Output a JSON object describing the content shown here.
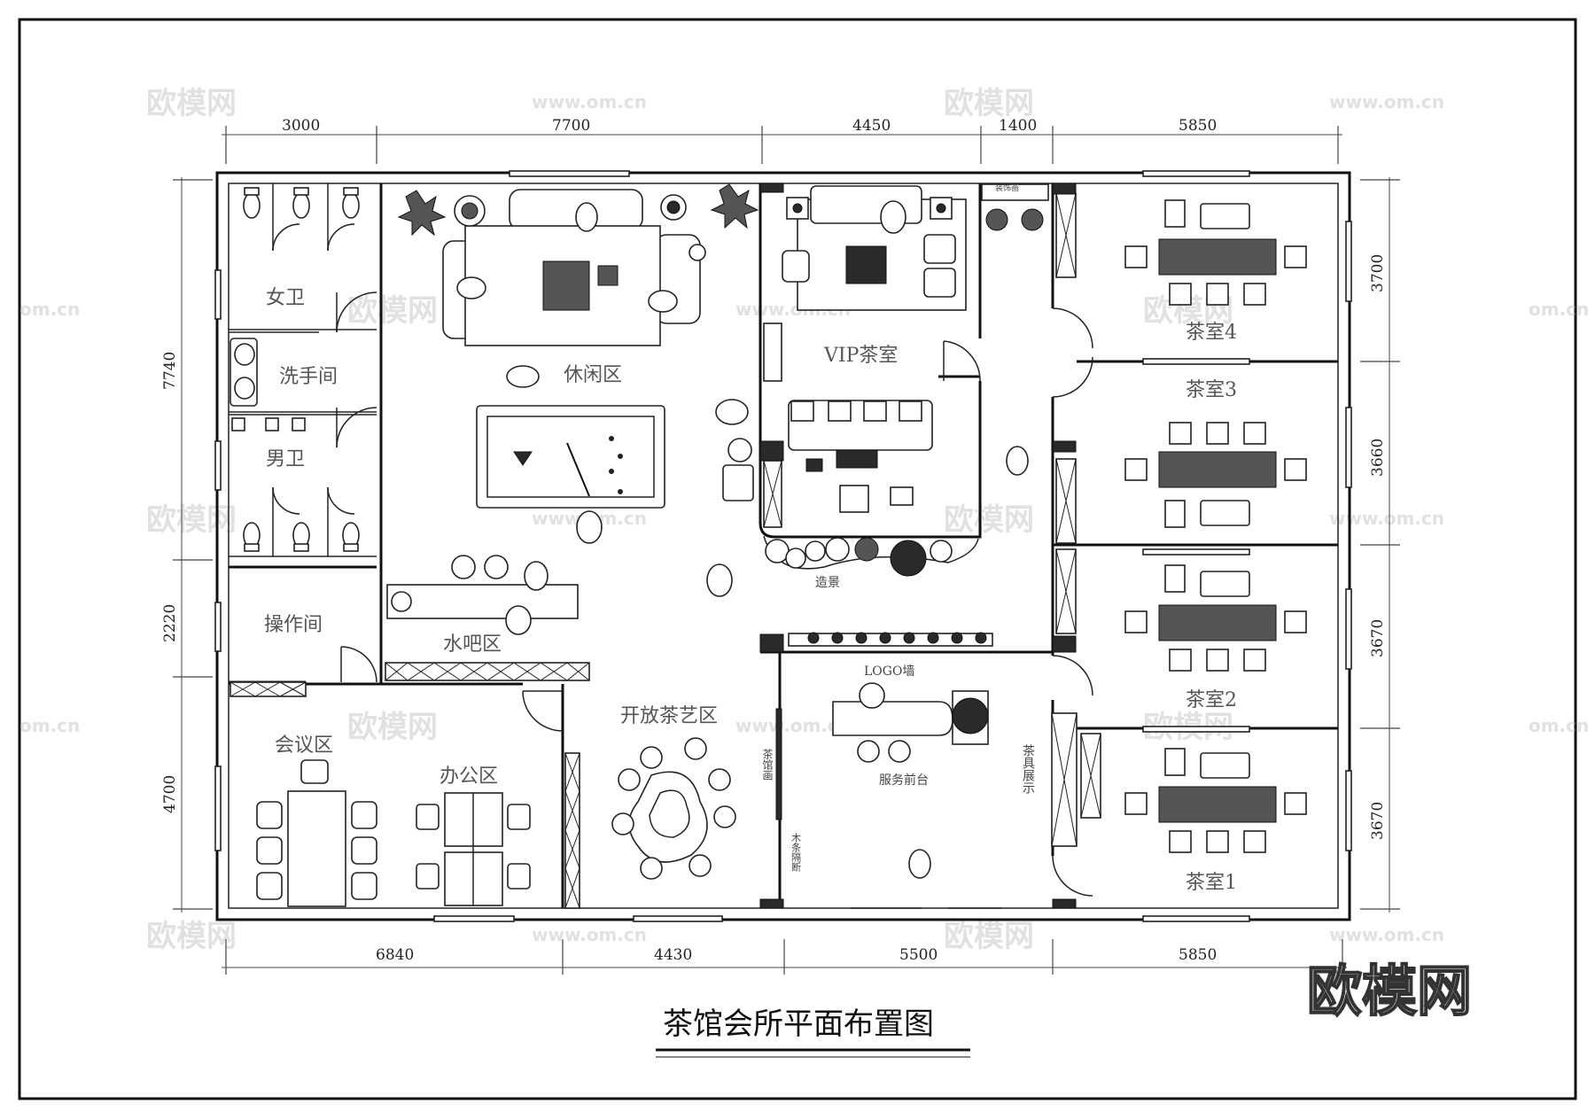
{
  "title": "茶馆会所平面布置图",
  "brand": "欧模网",
  "watermark": {
    "logo": "欧模网",
    "url": "www.om.cn",
    "partial": "om.cn"
  },
  "dimensions": {
    "top": [
      "3000",
      "7700",
      "4450",
      "1400",
      "5850"
    ],
    "bottom": [
      "6840",
      "4430",
      "5500",
      "5850"
    ],
    "left": [
      "7740",
      "2220",
      "4700"
    ],
    "right": [
      "3700",
      "3660",
      "3670",
      "3670"
    ]
  },
  "rooms": {
    "female_wc": "女卫",
    "washroom": "洗手间",
    "male_wc": "男卫",
    "operation": "操作间",
    "meeting": "会议区",
    "office": "办公区",
    "lounge": "休闲区",
    "water_bar": "水吧区",
    "open_tea": "开放茶艺区",
    "vip": "VIP茶室",
    "landscape": "造景",
    "logo_wall": "LOGO墙",
    "reception": "服务前台",
    "tea_room_4": "茶室4",
    "tea_room_3": "茶室3",
    "tea_room_2": "茶室2",
    "tea_room_1": "茶室1",
    "tea_display": "茶具展示",
    "tea_painting": "茶馆画",
    "wood_partition": "木条隔断",
    "decor_painting": "装饰画"
  }
}
